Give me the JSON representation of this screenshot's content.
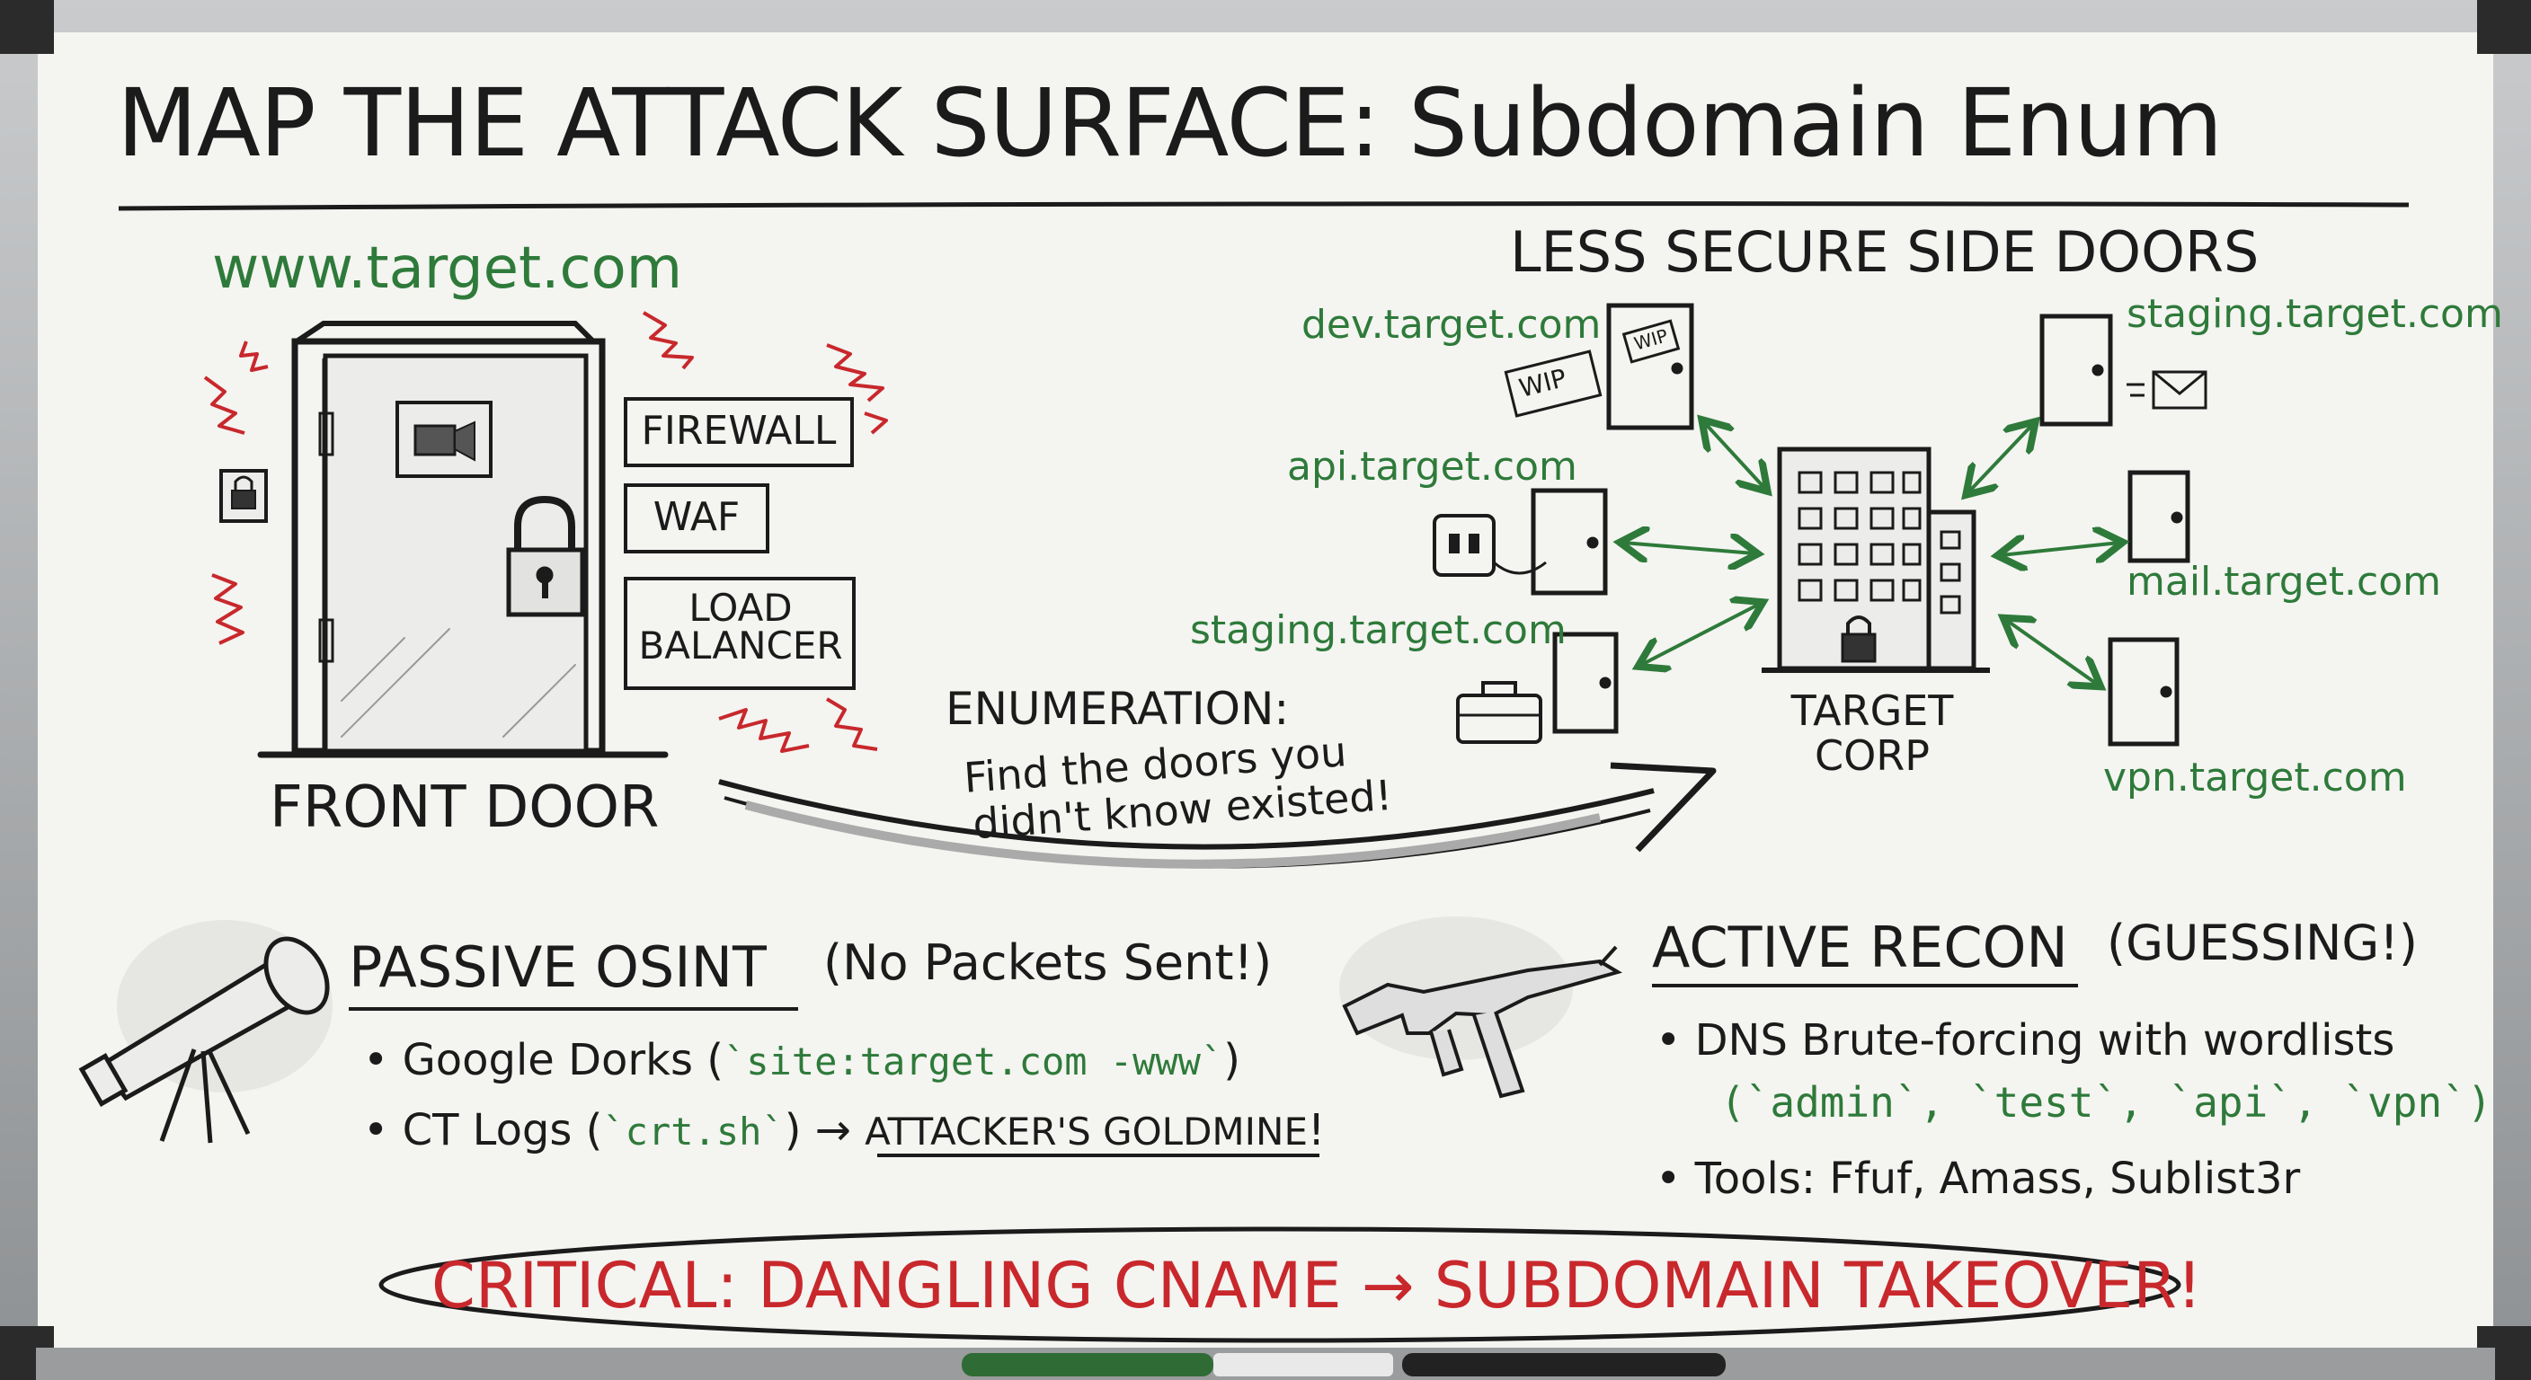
{
  "title": "MAP THE ATTACK SURFACE: Subdomain Enum",
  "front": {
    "domain": "www.target.com",
    "controls": [
      "FIREWALL",
      "WAF",
      "LOAD BALANCER"
    ],
    "label": "FRONT DOOR"
  },
  "enumeration": {
    "heading": "ENUMERATION:",
    "line1": "Find the doors you",
    "line2": "didn't know existed!"
  },
  "side_doors": {
    "heading": "LESS SECURE SIDE DOORS",
    "left": [
      {
        "domain": "dev.target.com",
        "tag": "WIP",
        "door_tag": "WIP"
      },
      {
        "domain": "api.target.com"
      },
      {
        "domain": "staging.target.com"
      }
    ],
    "right": [
      {
        "domain": "staging.target.com"
      },
      {
        "domain": "mail.target.com"
      },
      {
        "domain": "vpn.target.com"
      }
    ],
    "center_label_1": "TARGET",
    "center_label_2": "CORP"
  },
  "passive": {
    "heading": "PASSIVE OSINT",
    "note": "(No Packets Sent!)",
    "b1_prefix": "• Google Dorks (",
    "b1_code": "`site:target.com -www`",
    "b1_suffix": ")",
    "b2_prefix": "• CT Logs (",
    "b2_code": "`crt.sh`",
    "b2_suffix": ") →",
    "b2_highlight": "ATTACKER'S GOLDMINE",
    "b2_end": "!"
  },
  "active": {
    "heading": "ACTIVE RECON",
    "note": "(GUESSING!)",
    "b1": "• DNS Brute-forcing with wordlists",
    "b1_codes": "(`admin`, `test`, `api`, `vpn`)",
    "b2": "• Tools: Ffuf, Amass, Sublist3r"
  },
  "critical": "CRITICAL: DANGLING CNAME → SUBDOMAIN TAKEOVER!",
  "colors": {
    "ink": "#1b1b1b",
    "green": "#2e7a3a",
    "red": "#c8282c",
    "board": "#f4f4f1",
    "frame": "#a9acae"
  }
}
